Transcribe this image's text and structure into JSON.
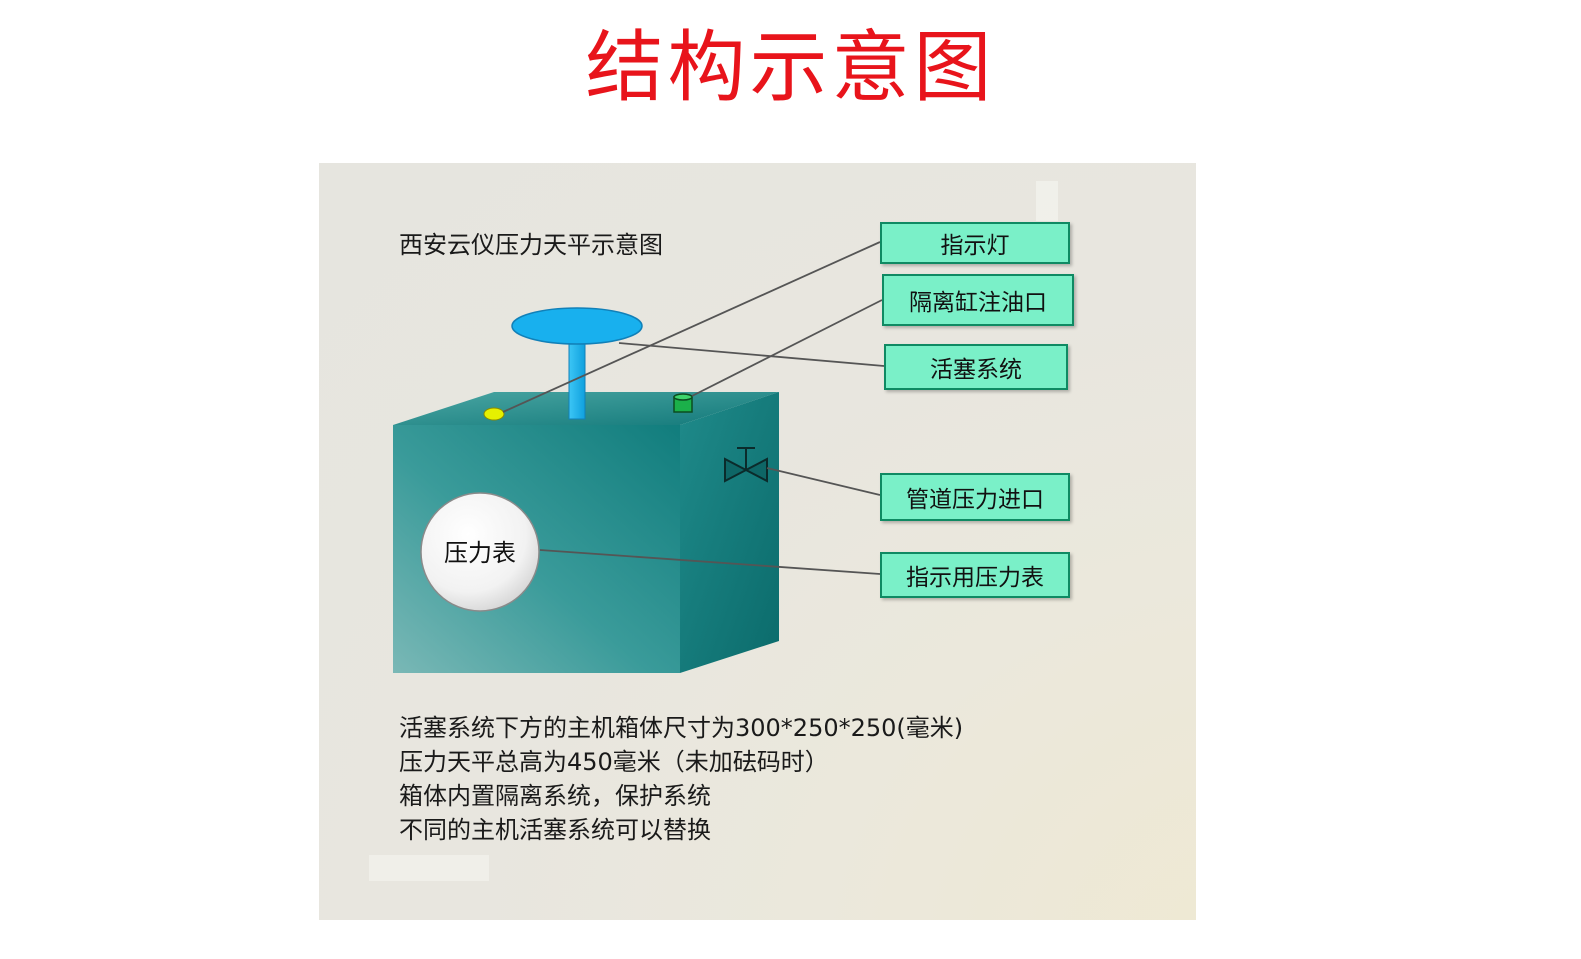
{
  "page_title": "结构示意图",
  "diagram": {
    "title": "西安云仪压力天平示意图",
    "gauge_label": "压力表",
    "callouts": [
      {
        "id": "indicator-light",
        "label": "指示灯"
      },
      {
        "id": "isolation-oil-port",
        "label": "隔离缸注油口"
      },
      {
        "id": "piston-system",
        "label": "活塞系统"
      },
      {
        "id": "pipe-pressure-inlet",
        "label": "管道压力进口"
      },
      {
        "id": "indicating-pressure-gauge",
        "label": "指示用压力表"
      }
    ],
    "notes": [
      "活塞系统下方的主机箱体尺寸为300*250*250(毫米)",
      "压力天平总高为450毫米（未加砝码时）",
      "箱体内置隔离系统，保护系统",
      "不同的主机活塞系统可以替换"
    ]
  },
  "colors": {
    "title": "#e8141b",
    "callout_fill": "#7af0c8",
    "callout_border": "#0f8a63",
    "box_front": "#2a9494",
    "box_side": "#0f7070",
    "box_top": "#1f8080",
    "piston": "#1ab2ee",
    "indicator_light": "#e6f000",
    "oil_port": "#16a34a"
  }
}
